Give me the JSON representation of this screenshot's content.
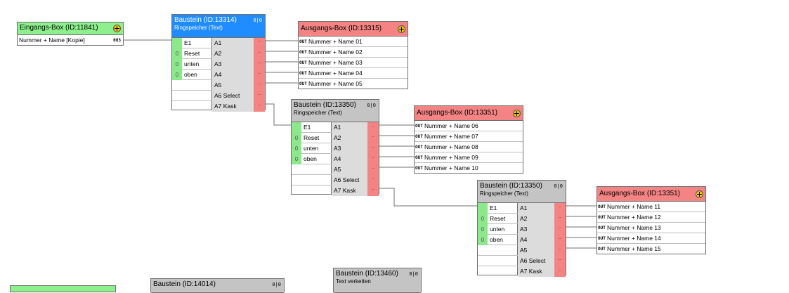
{
  "eingang": {
    "title": "Eingangs-Box (ID:11841)",
    "row": "Nummer + Name [Kopie]",
    "badge": "083"
  },
  "bausteine": [
    {
      "title": "Baustein (ID:13314)",
      "subtitle": "Ringspeicher (Text)",
      "icon": "oi-icon",
      "inputs": [
        {
          "v": "",
          "label": "E1"
        },
        {
          "v": "0",
          "label": "Reset"
        },
        {
          "v": "0",
          "label": "unten"
        },
        {
          "v": "0",
          "label": "oben"
        }
      ],
      "outputs": [
        "A1",
        "A2",
        "A3",
        "A4",
        "A5",
        "A6 Select",
        "A7 Kask"
      ]
    },
    {
      "title": "Baustein (ID:13350)",
      "subtitle": "Ringspeicher (Text)",
      "icon": "oi-icon",
      "inputs": [
        {
          "v": "",
          "label": "E1"
        },
        {
          "v": "0",
          "label": "Reset"
        },
        {
          "v": "0",
          "label": "unten"
        },
        {
          "v": "0",
          "label": "oben"
        }
      ],
      "outputs": [
        "A1",
        "A2",
        "A3",
        "A4",
        "A5",
        "A6 Select",
        "A7 Kask"
      ]
    },
    {
      "title": "Baustein (ID:13350)",
      "subtitle": "Ringspeicher (Text)",
      "icon": "oi-icon",
      "inputs": [
        {
          "v": "",
          "label": "E1"
        },
        {
          "v": "0",
          "label": "Reset"
        },
        {
          "v": "0",
          "label": "unten"
        },
        {
          "v": "0",
          "label": "oben"
        }
      ],
      "outputs": [
        "A1",
        "A2",
        "A3",
        "A4",
        "A5",
        "A6 Select",
        "A7 Kask"
      ]
    }
  ],
  "ausgang": [
    {
      "title": "Ausgangs-Box (ID:13315)",
      "badge": "OUT",
      "rows": [
        "Nummer + Name 01",
        "Nummer + Name 02",
        "Nummer + Name 03",
        "Nummer + Name 04",
        "Nummer + Name 05"
      ]
    },
    {
      "title": "Ausgangs-Box (ID:13351)",
      "badge": "OUT",
      "rows": [
        "Nummer + Name 06",
        "Nummer + Name 07",
        "Nummer + Name 08",
        "Nummer + Name 09",
        "Nummer + Name 10"
      ]
    },
    {
      "title": "Ausgangs-Box (ID:13351)",
      "badge": "OUT",
      "rows": [
        "Nummer + Name 11",
        "Nummer + Name 12",
        "Nummer + Name 13",
        "Nummer + Name 14",
        "Nummer + Name 15"
      ]
    }
  ],
  "bottom": [
    {
      "title": "Baustein (ID:14014)"
    },
    {
      "title": "Baustein (ID:13460)",
      "subtitle": "Text verketten"
    }
  ],
  "colors": {
    "input_green": "#8be88b",
    "output_red": "#f48484",
    "selected_blue": "#1f8cff",
    "header_gray": "#c4c4c4"
  }
}
